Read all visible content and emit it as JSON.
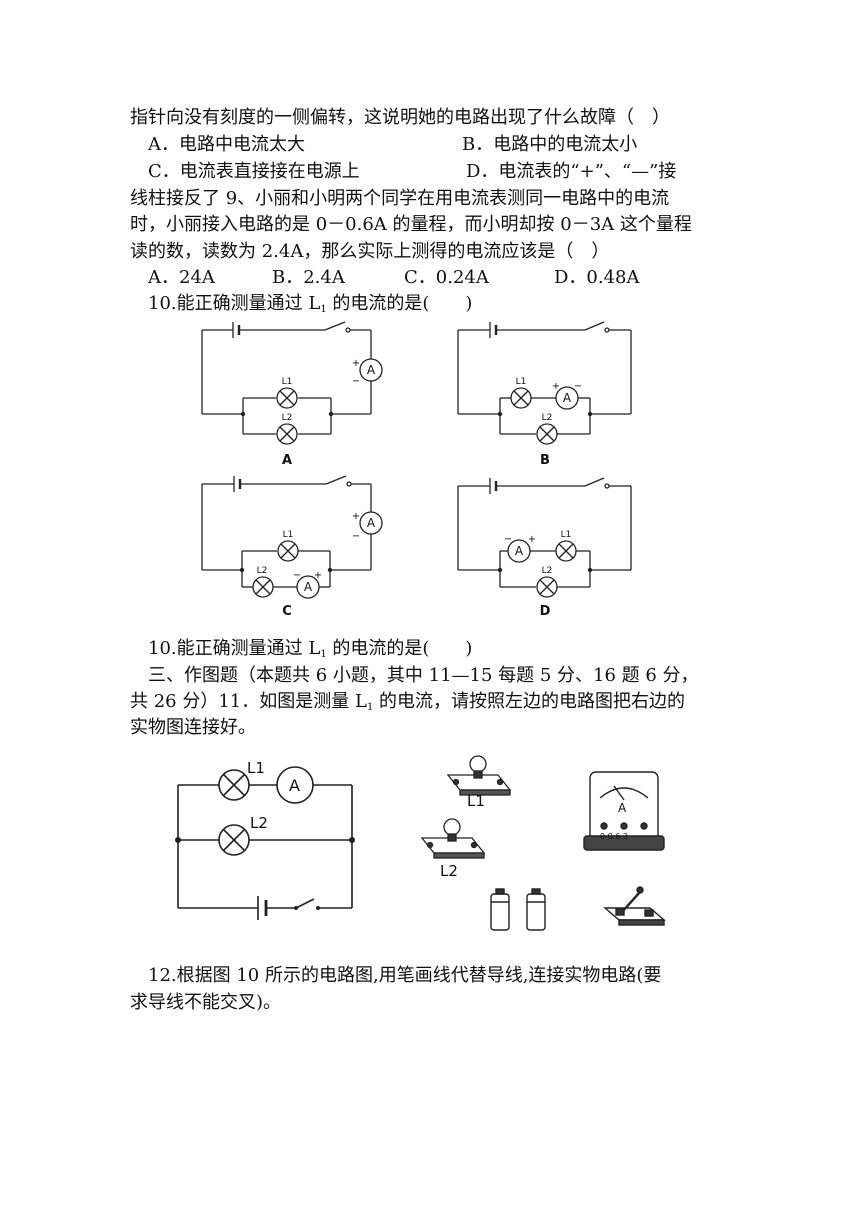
{
  "q8": {
    "stem_tail": "指针向没有刻度的一侧偏转，这说明她的电路出现了什么故障（　）",
    "opt_a": "A．电路中电流太大",
    "opt_b": "B．电路中的电流太小",
    "opt_c": "C．电流表直接接在电源上",
    "opt_d_part": "D．电流表的“+”、“—”接",
    "opt_d_tail_and_q9": "线柱接反了 9、小丽和小明两个同学在用电流表测同一电路中的电流"
  },
  "q9": {
    "line2": "时，小丽接入电路的是 0－0.6A 的量程，而小明却按 0－3A 这个量程",
    "line3": "读的数，读数为 2.4A，那么实际上测得的电流应该是（　）",
    "options": [
      "A．24A",
      "B．2.4A",
      "C．0.24A",
      "D．0.48A"
    ]
  },
  "q10": {
    "text_before": "10.能正确测量通过 L",
    "sub": "1",
    "text_after": " 的电流的是(　　)"
  },
  "circuit_labels": {
    "A": "A",
    "B": "B",
    "C": "C",
    "D": "D",
    "meter": "A",
    "L1": "L1",
    "L2": "L2",
    "plus": "+",
    "minus": "−"
  },
  "section3": {
    "line1": "三、作图题（本题共 6 小题，其中 11—15 每题 5 分、16 题 6 分，",
    "line2_before": "共 26 分）11．如图是测量 L",
    "line2_sub": "1",
    "line2_after": " 的电流，请按照左边的电路图把右边的",
    "line3": "实物图连接好。"
  },
  "fig11": {
    "L1": "L1",
    "L2": "L2",
    "meter": "A",
    "meter_scale": "0  0.6  3"
  },
  "q12": {
    "line1": "12.根据图 10 所示的电路图,用笔画线代替导线,连接实物电路(要",
    "line2": "求导线不能交叉)。"
  }
}
